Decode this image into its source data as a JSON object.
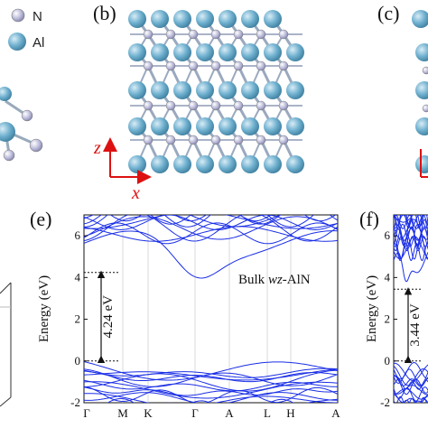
{
  "panels": {
    "b": "(b)",
    "c": "(c)",
    "e": "(e)",
    "f": "(f)"
  },
  "legend": [
    {
      "symbol": "N",
      "color": "#a9a9cf"
    },
    {
      "symbol": "Al",
      "color": "#5f9fbf"
    }
  ],
  "axes_labels": {
    "z": "z",
    "x": "x"
  },
  "chart_data": [
    {
      "panel": "(e)",
      "type": "line",
      "title_prefix": "Bulk ",
      "title_italic": "wz",
      "title_suffix": "-AlN",
      "ylabel": "Energy (eV)",
      "ylim": [
        -2,
        7
      ],
      "yticks": [
        -2,
        0,
        2,
        4,
        6
      ],
      "kpoints": [
        "Γ",
        "M",
        "K",
        "Γ",
        "A",
        "L",
        "H",
        "A"
      ],
      "gap_label": "4.24 eV",
      "gap": [
        0,
        4.24
      ],
      "line_color": "#1a2ee6"
    },
    {
      "panel": "(f)",
      "type": "line",
      "ylabel": "Energy (eV)",
      "ylim": [
        -2,
        7
      ],
      "yticks": [
        -2,
        0,
        2,
        4,
        6
      ],
      "gap_label": "3.44 eV",
      "gap": [
        0,
        3.44
      ],
      "line_color": "#1a2ee6"
    }
  ]
}
